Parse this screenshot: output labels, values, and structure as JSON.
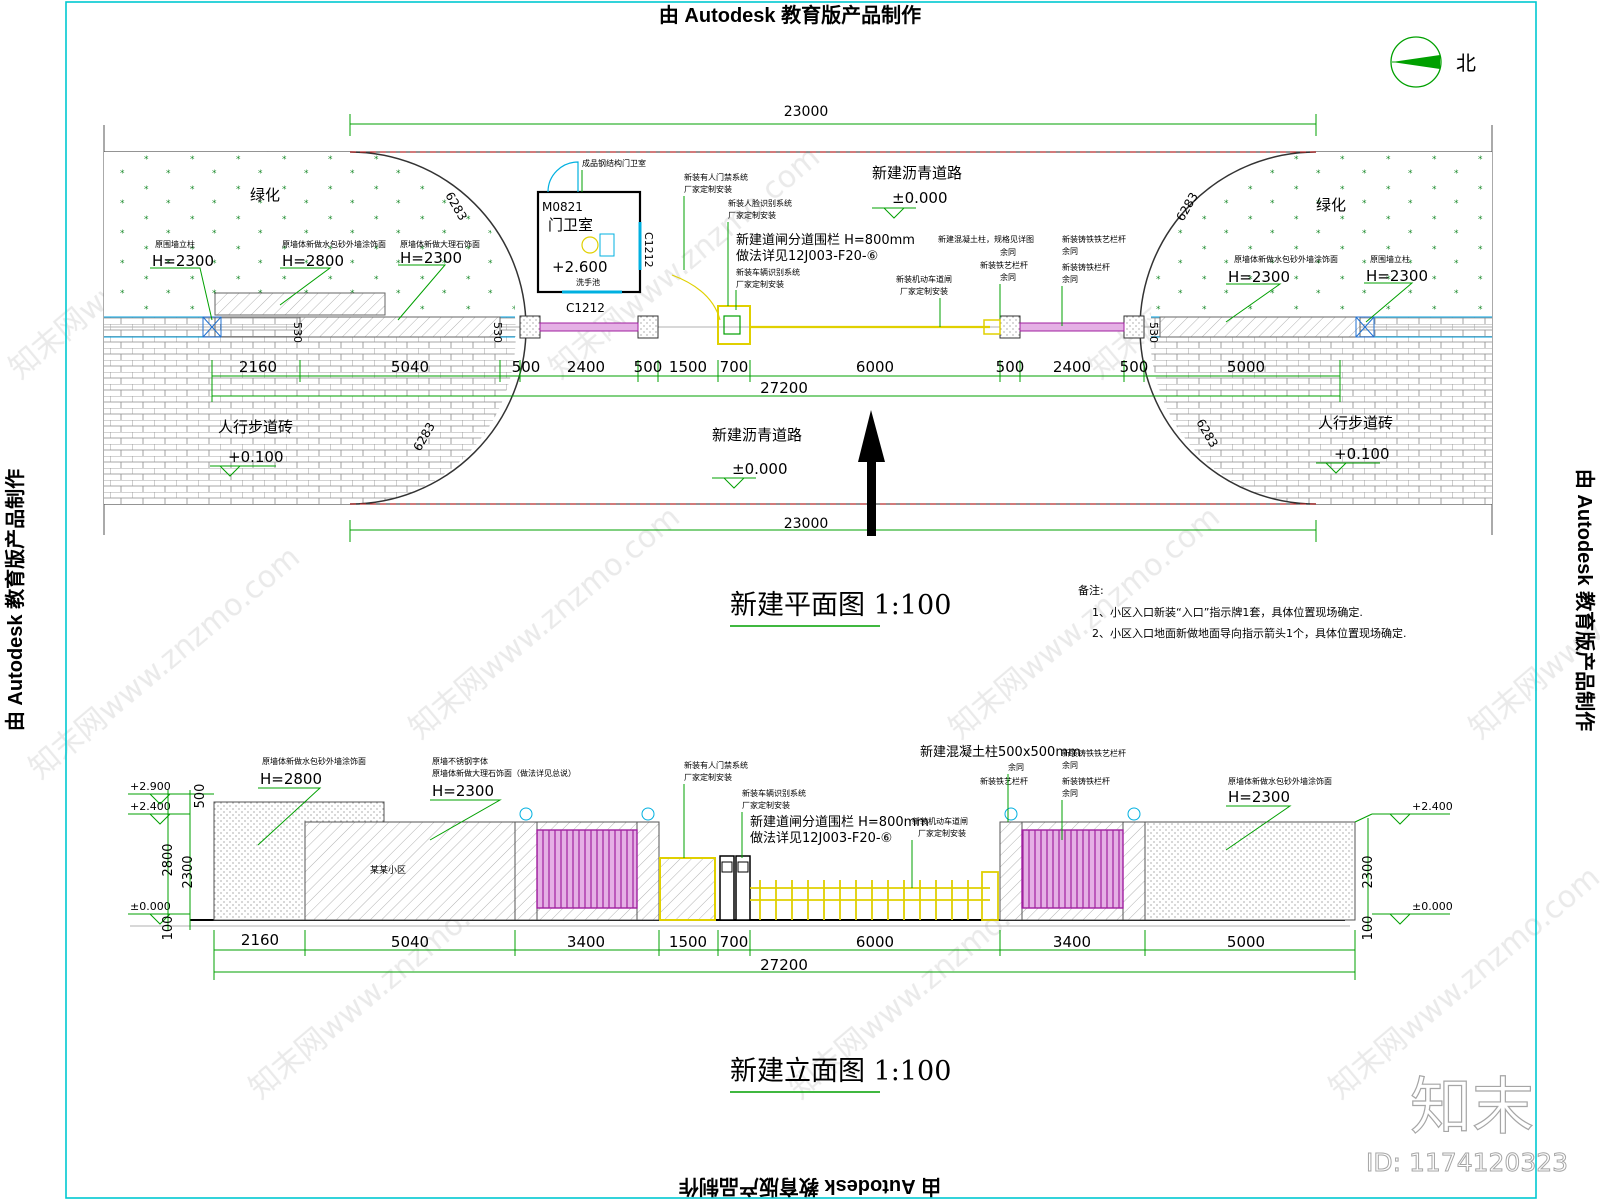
{
  "watermark": {
    "edu_top": "由 Autodesk 教育版产品制作",
    "edu_left": "由 Autodesk 教育版产品制作",
    "edu_right": "由 Autodesk 教育版产品制作",
    "edu_bottom": "由 Autodesk 教育版产品制作",
    "site_tile": "知末网www.znzmo.com",
    "brand_logo": "知末",
    "id_label": "ID: 1174120323"
  },
  "north": {
    "label": "北"
  },
  "plan": {
    "title": "新建平面图 1:100",
    "dim_top": "23000",
    "dim_bottom": "23000",
    "dim_total": "27200",
    "road_top": "新建沥青道路",
    "road_top_level": "±0.000",
    "road_bottom": "新建沥青道路",
    "road_bottom_level": "±0.000",
    "green_left": "绿化",
    "green_right": "绿化",
    "paving_left": "人行步道砖",
    "paving_left_level": "+0.100",
    "paving_right": "人行步道砖",
    "paving_right_level": "+0.100",
    "radius": "6283",
    "guard": {
      "door": "M0821",
      "name": "门卫室",
      "level": "+2.600",
      "window_side": "C1212",
      "window_bottom": "C1212",
      "wash": "洗手池",
      "note": "成品钢结构门卫室"
    },
    "wall_dims": [
      "530",
      "530",
      "530"
    ],
    "segments": [
      "2160",
      "5040",
      "500",
      "2400",
      "500",
      "1500",
      "700",
      "6000",
      "500",
      "2400",
      "500",
      "5000"
    ],
    "labels": {
      "h2300_a": "H=2300",
      "h2800": "H=2800",
      "h2300_b": "H=2300",
      "h2300_c": "H=2300",
      "h2300_d": "H=2300",
      "h800": "新建道闸分道围栏 H=800mm",
      "std": "做法详见12J003-F20-⑥",
      "post_l": "原围墙立柱",
      "post_r": "原围墙立柱",
      "wall_l": "原墙体新做水包砂外墙涂饰面",
      "wall_l2": "原墙体新做大理石饰面",
      "wall_r": "原墙体新做水包砂外墙涂饰面",
      "sys1": "新装有人门禁系统",
      "sys1b": "厂家定制安装",
      "sys2": "新装人脸识别系统",
      "sys2b": "厂家定制安装",
      "sys3": "新装车辆识别系统",
      "sys3b": "厂家定制安装",
      "gate": "新装机动车道闸",
      "gateb": "厂家定制安装",
      "col": "新建混凝土柱，规格见详图",
      "col2": "余同",
      "grill": "新装铁艺栏杆",
      "grill2": "余同",
      "rail1": "新装铸铁铁艺栏杆",
      "rail1b": "余同",
      "rail2": "新装铸铁栏杆",
      "rail2b": "余同"
    }
  },
  "notes": {
    "title": "备注:",
    "line1": "1、小区入口新装“入口”指示牌1套，具体位置现场确定.",
    "line2": "2、小区入口地面新做地面导向指示箭头1个，具体位置现场确定."
  },
  "elevation": {
    "title": "新建立面图 1:100",
    "levels": [
      "+2.900",
      "+2.400",
      "±0.000",
      "+2.400",
      "±0.000"
    ],
    "vdims": [
      "500",
      "2800",
      "2300",
      "100",
      "2300",
      "100"
    ],
    "segments": [
      "2160",
      "5040",
      "3400",
      "1500",
      "700",
      "6000",
      "3400",
      "5000"
    ],
    "dim_total": "27200",
    "labels": {
      "h2800": "H=2800",
      "h2300_a": "H=2300",
      "h2300_b": "H=2300",
      "h800": "新建道闸分道围栏 H=800mm",
      "std": "做法详见12J003-F20-⑥",
      "pillar": "新建混凝土柱500x500mm",
      "wall_l": "原墙体新做水包砂外墙涂饰面",
      "wall_m1": "原墙不锈钢字体",
      "wall_m2": "原墙体新做大理石饰面（做法详见总说）",
      "sign": "某某小区",
      "sys1": "新装有人门禁系统",
      "sys1b": "厂家定制安装",
      "sys3": "新装车辆识别系统",
      "sys3b": "厂家定制安装",
      "gate": "新装机动车道闸",
      "gateb": "厂家定制安装",
      "col2": "余同",
      "grill": "新装铁艺栏杆",
      "rail1": "新装铸铁铁艺栏杆",
      "rail1b": "余同",
      "rail2": "新装铸铁栏杆",
      "rail2b": "余同",
      "wall_r": "原墙体新做水包砂外墙涂饰面"
    }
  }
}
